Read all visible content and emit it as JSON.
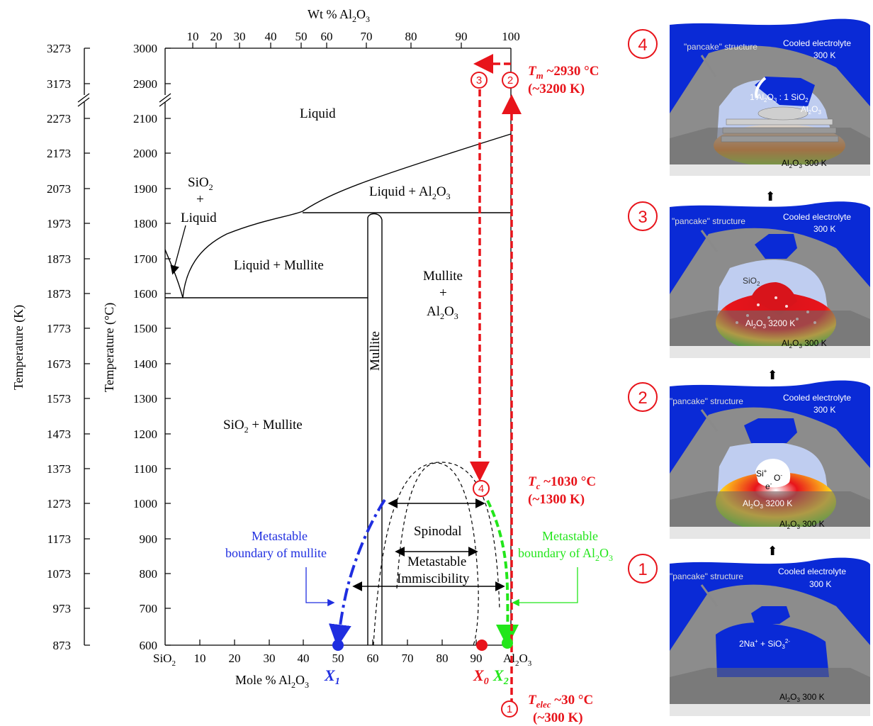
{
  "top_axis": {
    "label": "Wt % Al",
    "label_sub": "2",
    "label_tail": "O",
    "label_sub2": "3",
    "ticks": [
      "10",
      "20",
      "30",
      "40",
      "50",
      "60",
      "70",
      "80",
      "90",
      "100"
    ]
  },
  "bottom_axis": {
    "label": "Mole % Al",
    "label_sub": "2",
    "label_tail": "O",
    "label_sub2": "3",
    "left_end": "SiO",
    "left_end_sub": "2",
    "right_end": "Al",
    "right_end_sub": "2",
    "right_end_tail": "O",
    "right_end_sub2": "3",
    "ticks": [
      "10",
      "20",
      "30",
      "40",
      "50",
      "60",
      "70",
      "80",
      "90"
    ]
  },
  "celsius_axis": {
    "label": "Temperature (°C)",
    "ticks": [
      "3000",
      "2900",
      "2100",
      "2000",
      "1900",
      "1800",
      "1700",
      "1600",
      "1500",
      "1400",
      "1300",
      "1200",
      "1100",
      "1000",
      "900",
      "800",
      "700",
      "600"
    ]
  },
  "kelvin_axis": {
    "label": "Temperature (K)",
    "ticks": [
      "3273",
      "3173",
      "2273",
      "2173",
      "2073",
      "1973",
      "1873",
      "1873",
      "1773",
      "1673",
      "1573",
      "1473",
      "1373",
      "1273",
      "1173",
      "1073",
      "973",
      "873"
    ]
  },
  "regions": {
    "liquid": "Liquid",
    "liquid_al2o3": "Liquid + Al",
    "sio2_liquid_a": "SiO",
    "sio2_liquid_b": "+",
    "sio2_liquid_c": "Liquid",
    "liquid_mullite": "Liquid + Mullite",
    "mullite_al2o3_a": "Mullite",
    "mullite_al2o3_b": "+",
    "mullite_al2o3_c": "Al",
    "mullite": "Mullite",
    "sio2_mullite": "SiO",
    "sio2_mullite_tail": " + Mullite",
    "spinodal": "Spinodal",
    "metastable": "Metastable",
    "immiscibility": "Immiscibility"
  },
  "annotations": {
    "tm_a": "T",
    "tm_sub": "m",
    "tm_b": " ~2930 °C",
    "tm_c": "(~3200 K)",
    "tc_a": "T",
    "tc_sub": "c",
    "tc_b": " ~1030 °C",
    "tc_c": "(~1300 K)",
    "telec_a": "T",
    "telec_sub": "elec",
    "telec_b": " ~30 °C",
    "telec_c": "(~300 K)",
    "meta_mullite_a": "Metastable",
    "meta_mullite_b": "boundary of mullite",
    "meta_al2o3_a": "Metastable",
    "meta_al2o3_b": "boundary of Al",
    "x1": "X",
    "x1_sub": "1",
    "x0": "X",
    "x0_sub": "0",
    "x2": "X",
    "x2_sub": "2"
  },
  "steps": {
    "numbers": [
      "1",
      "2",
      "3",
      "4"
    ],
    "pancake": "\"pancake\" structure",
    "cooled_a": "Cooled electrolyte",
    "cooled_b": "300 K",
    "al2o3_300": "Al",
    "k300": " 300 K",
    "panel1_ion": "2Na",
    "panel1_ion2": " + SiO",
    "panel2_si": "Si",
    "panel2_o": "O",
    "panel2_e": "e",
    "panel2_hot": "Al",
    "k3200": " 3200 K",
    "panel3_sio2": "SiO",
    "panel4_ratio_a": "1 Al",
    "panel4_ratio_b": " : 1 SiO",
    "panel4_al2o3": "Al"
  },
  "colors": {
    "red": "#e8141b",
    "blue": "#1f2ee0",
    "green": "#22e61a",
    "electrolyte": "#0a2ad6",
    "gray": "#8a8a8a"
  }
}
